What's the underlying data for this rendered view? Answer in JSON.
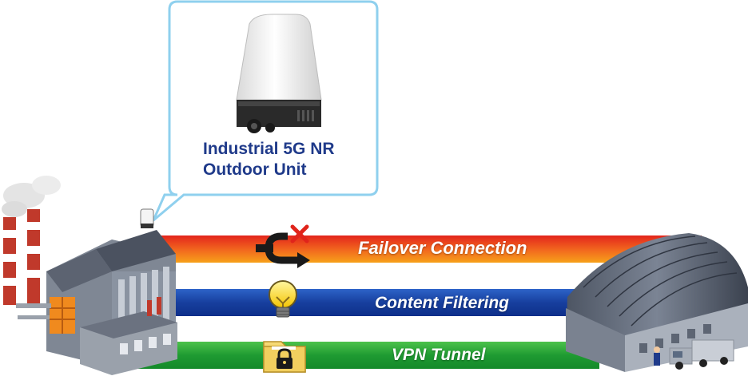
{
  "callout": {
    "title_line1": "Industrial 5G NR",
    "title_line2": "Outdoor Unit"
  },
  "bands": {
    "failover": {
      "label": "Failover Connection",
      "color_start": "#e3251c",
      "color_end": "#f7a11a"
    },
    "content": {
      "label": "Content Filtering",
      "color_start": "#0e2f8a",
      "color_end": "#2d63c8"
    },
    "vpn": {
      "label": "VPN Tunnel",
      "color_start": "#148a2a",
      "color_end": "#4cc24b"
    }
  },
  "colors": {
    "callout_border": "#8fd0ee",
    "title": "#1f3a8a",
    "icon_fail": "#e0241b"
  },
  "icons": [
    "failover-arrow-icon",
    "fail-x-icon",
    "lightbulb-icon",
    "locked-folder-icon"
  ]
}
